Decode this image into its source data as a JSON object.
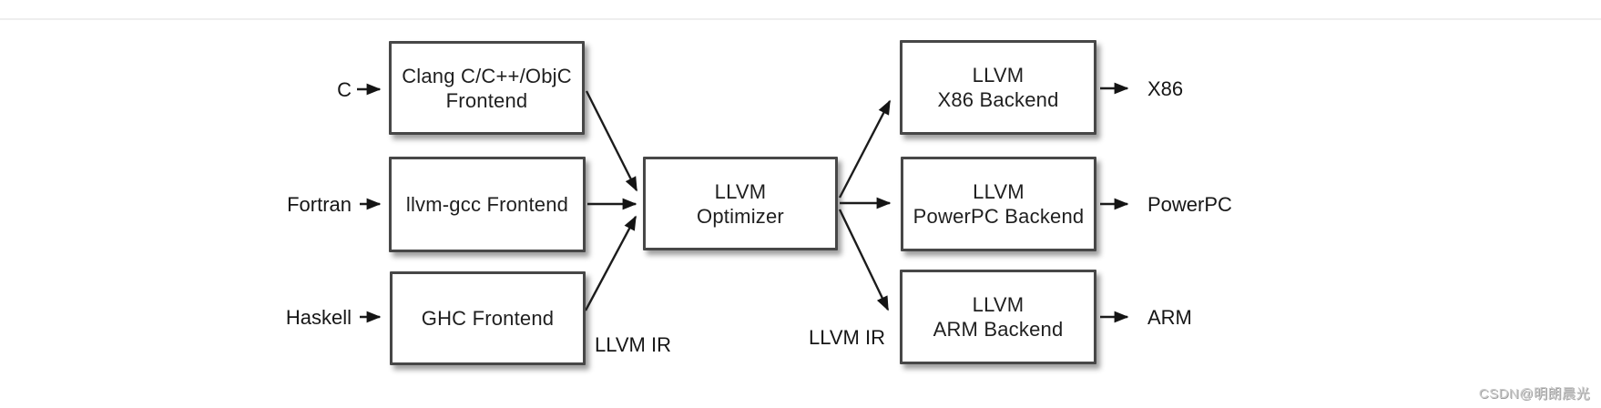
{
  "diagram": {
    "nodes": {
      "clang": {
        "line1": "Clang C/C++/ObjC",
        "line2": "Frontend"
      },
      "llvmgcc": {
        "line1": "llvm-gcc Frontend",
        "line2": ""
      },
      "ghc": {
        "line1": "GHC Frontend",
        "line2": ""
      },
      "optimizer": {
        "line1": "LLVM",
        "line2": "Optimizer"
      },
      "x86": {
        "line1": "LLVM",
        "line2": "X86 Backend"
      },
      "powerpc": {
        "line1": "LLVM",
        "line2": "PowerPC Backend"
      },
      "arm": {
        "line1": "LLVM",
        "line2": "ARM Backend"
      }
    },
    "sources": {
      "c": "C",
      "fortran": "Fortran",
      "haskell": "Haskell"
    },
    "targets": {
      "x86": "X86",
      "powerpc": "PowerPC",
      "arm": "ARM"
    },
    "ir_label_left": "LLVM IR",
    "ir_label_right": "LLVM IR",
    "colors": {
      "box_border": "#474747",
      "arrow": "#1c1c1c",
      "text": "#1f1f1f",
      "watermark_gray": "#cccccc"
    }
  },
  "page": {
    "watermark": "CSDN@明朗晨光"
  }
}
